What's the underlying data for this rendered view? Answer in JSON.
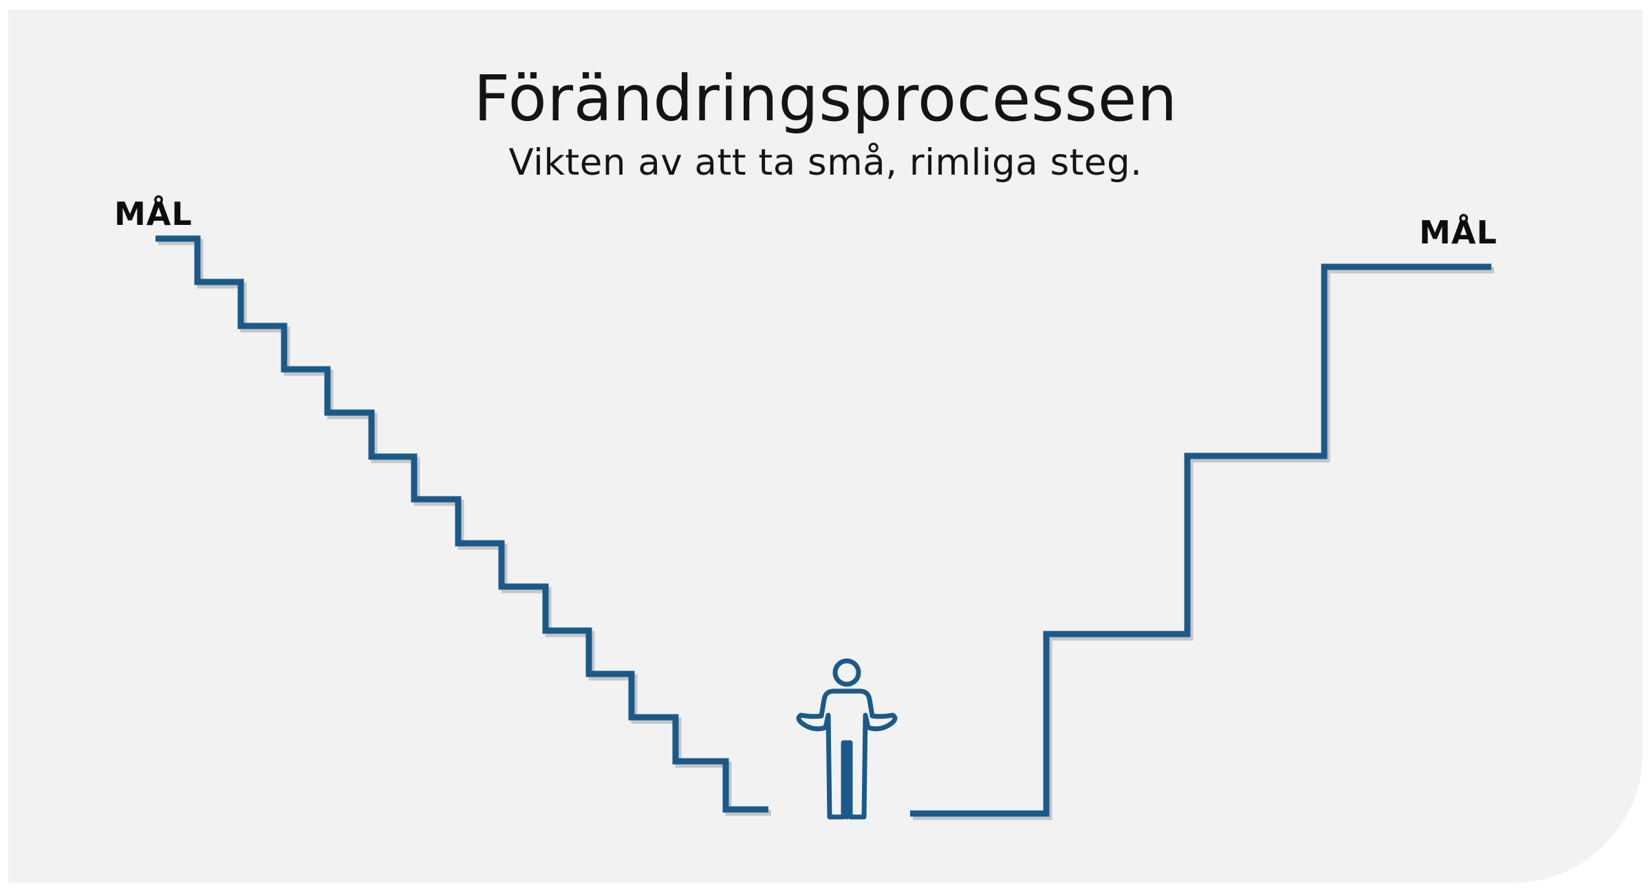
{
  "diagram": {
    "title": "Förändringsprocessen",
    "subtitle": "Vikten av att ta små, rimliga steg.",
    "left_goal_label": "MÅL",
    "right_goal_label": "MÅL",
    "stair_color": "#1a5a8a",
    "background_color": "#f2f2f2",
    "left_path": "many small steps",
    "right_path": "few large steps",
    "figure_icon": "person-shrugging-icon"
  }
}
